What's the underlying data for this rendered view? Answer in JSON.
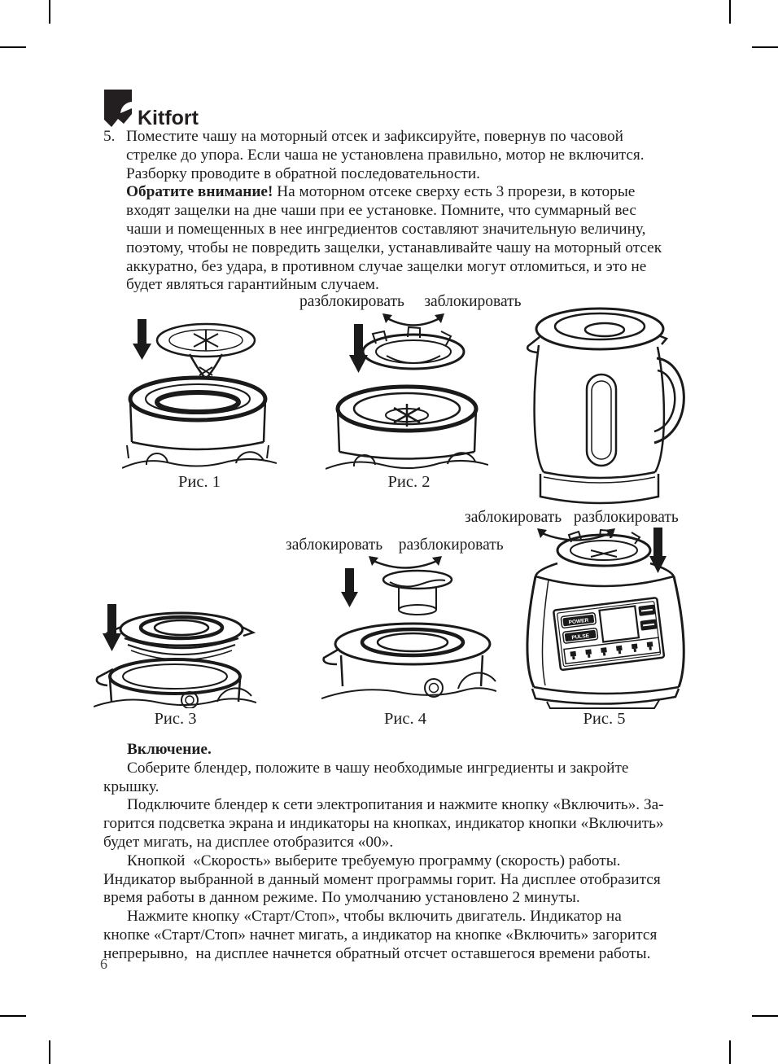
{
  "brand": {
    "name": "Kitfort"
  },
  "page": {
    "number": "6"
  },
  "item5": {
    "marker": "5.",
    "attention_bold": "Обратите внимание!",
    "lines": [
      "Поместите чашу на моторный отсек и зафиксируйте, повернув по часовой",
      "стрелке до упора. Если чаша не установлена правильно, мотор не включится.",
      "Разборку проводите в обратной последовательности.",
      " На моторном отсеке сверху есть 3 прорези, в которые",
      "входят защелки на дне чаши при ее установке. Помните, что суммарный вес",
      "чаши и помещенных в нее ингредиентов составляют значительную величину,",
      "поэтому, чтобы не повредить защелки, устанавливайте чашу на моторный отсек",
      "аккуратно, без удара, в противном случае защелки могут отломиться, и это не",
      "будет являться гарантийным случаем."
    ]
  },
  "power_on": {
    "heading": "Включение.",
    "lines": [
      "Соберите блендер, положите в чашу необходимые ингредиенты и закройте",
      "крышку.",
      "Подключите блендер к сети электропитания и нажмите кнопку «Включить». За-",
      "горится подсветка экрана и индикаторы на кнопках, индикатор кнопки «Включить»",
      "будет мигать, на дисплее отобразится «00».",
      "Кнопкой  «Скорость» выберите требуемую программу (скорость) работы.",
      "Индикатор выбранной в данный момент программы горит. На дисплее отобразится",
      "время работы в данном режиме. По умолчанию установлено 2 минуты.",
      "Нажмите кнопку «Старт/Стоп», чтобы включить двигатель. Индикатор на",
      "кнопке «Старт/Стоп» начнет мигать, а индикатор на кнопке «Включить» загорится",
      "непрерывно,  на дисплее начнется обратный отсчет оставшегося времени работы."
    ]
  },
  "figures": {
    "fig1": {
      "caption": "Рис. 1"
    },
    "fig2": {
      "caption": "Рис. 2",
      "labels": "разблокировать     заблокировать"
    },
    "fig3": {
      "caption": "Рис. 3"
    },
    "fig4": {
      "caption": "Рис. 4",
      "labels": "заблокировать    разблокировать"
    },
    "fig5": {
      "caption": "Рис. 5",
      "labels": "заблокировать   разблокировать",
      "panel": {
        "power_label": "POWER",
        "pulse_label": "PULSE"
      }
    }
  }
}
